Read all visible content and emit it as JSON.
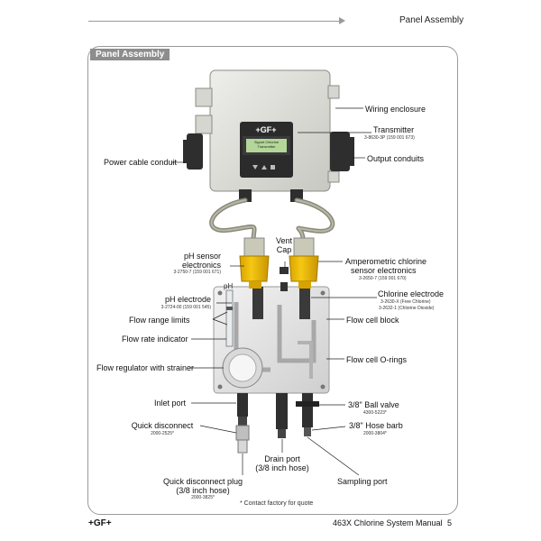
{
  "header": {
    "section": "Panel Assembly"
  },
  "panel": {
    "tab": "Panel Assembly"
  },
  "device": {
    "logo": "+GF+",
    "screen_line1": "Signet Chlorine",
    "screen_line2": "Transmitter"
  },
  "labels": {
    "wiring_enclosure": "Wiring enclosure",
    "transmitter": "Transmitter",
    "transmitter_part": "3-8630-3P (159 001 673)",
    "power_conduit": "Power cable conduit",
    "output_conduits": "Output conduits",
    "vent_cap_1": "Vent",
    "vent_cap_2": "Cap",
    "ph_sensor_1": "pH sensor",
    "ph_sensor_2": "electronics",
    "ph_sensor_part": "3-2750-7 (159 001 671)",
    "amp_sensor_1": "Amperometric chlorine",
    "amp_sensor_2": "sensor electronics",
    "amp_sensor_part": "3-2650-7 (159 001 670)",
    "ph_electrode": "pH electrode",
    "ph_electrode_part": "3-2724-00 (159 001 545)",
    "chlorine_electrode": "Chlorine electrode",
    "chlorine_part_1": "3-2630-X (Free Chlorine)",
    "chlorine_part_2": "3-2632-1 (Chlorine Dioxide)",
    "flow_range": "Flow range limits",
    "flow_cell_block": "Flow cell block",
    "flow_rate": "Flow rate indicator",
    "flow_regulator": "Flow regulator with strainer",
    "flow_cell_orings": "Flow cell O-rings",
    "inlet_port": "Inlet port",
    "ball_valve": "3/8\" Ball valve",
    "ball_valve_part": "4300-5223*",
    "quick_disconnect": "Quick disconnect",
    "quick_disconnect_part": "2000-2525*",
    "hose_barb": "3/8\" Hose barb",
    "hose_barb_part": "2000-3804*",
    "drain_port_1": "Drain port",
    "drain_port_2": "(3/8 inch hose)",
    "qd_plug_1": "Quick disconnect plug",
    "qd_plug_2": "(3/8 inch hose)",
    "qd_plug_part": "2000-3825*",
    "sampling_port": "Sampling port",
    "note": "* Contact factory for quote"
  },
  "footer": {
    "logo": "+GF+",
    "manual_title": "463X Chlorine System Manual",
    "page": "5"
  }
}
